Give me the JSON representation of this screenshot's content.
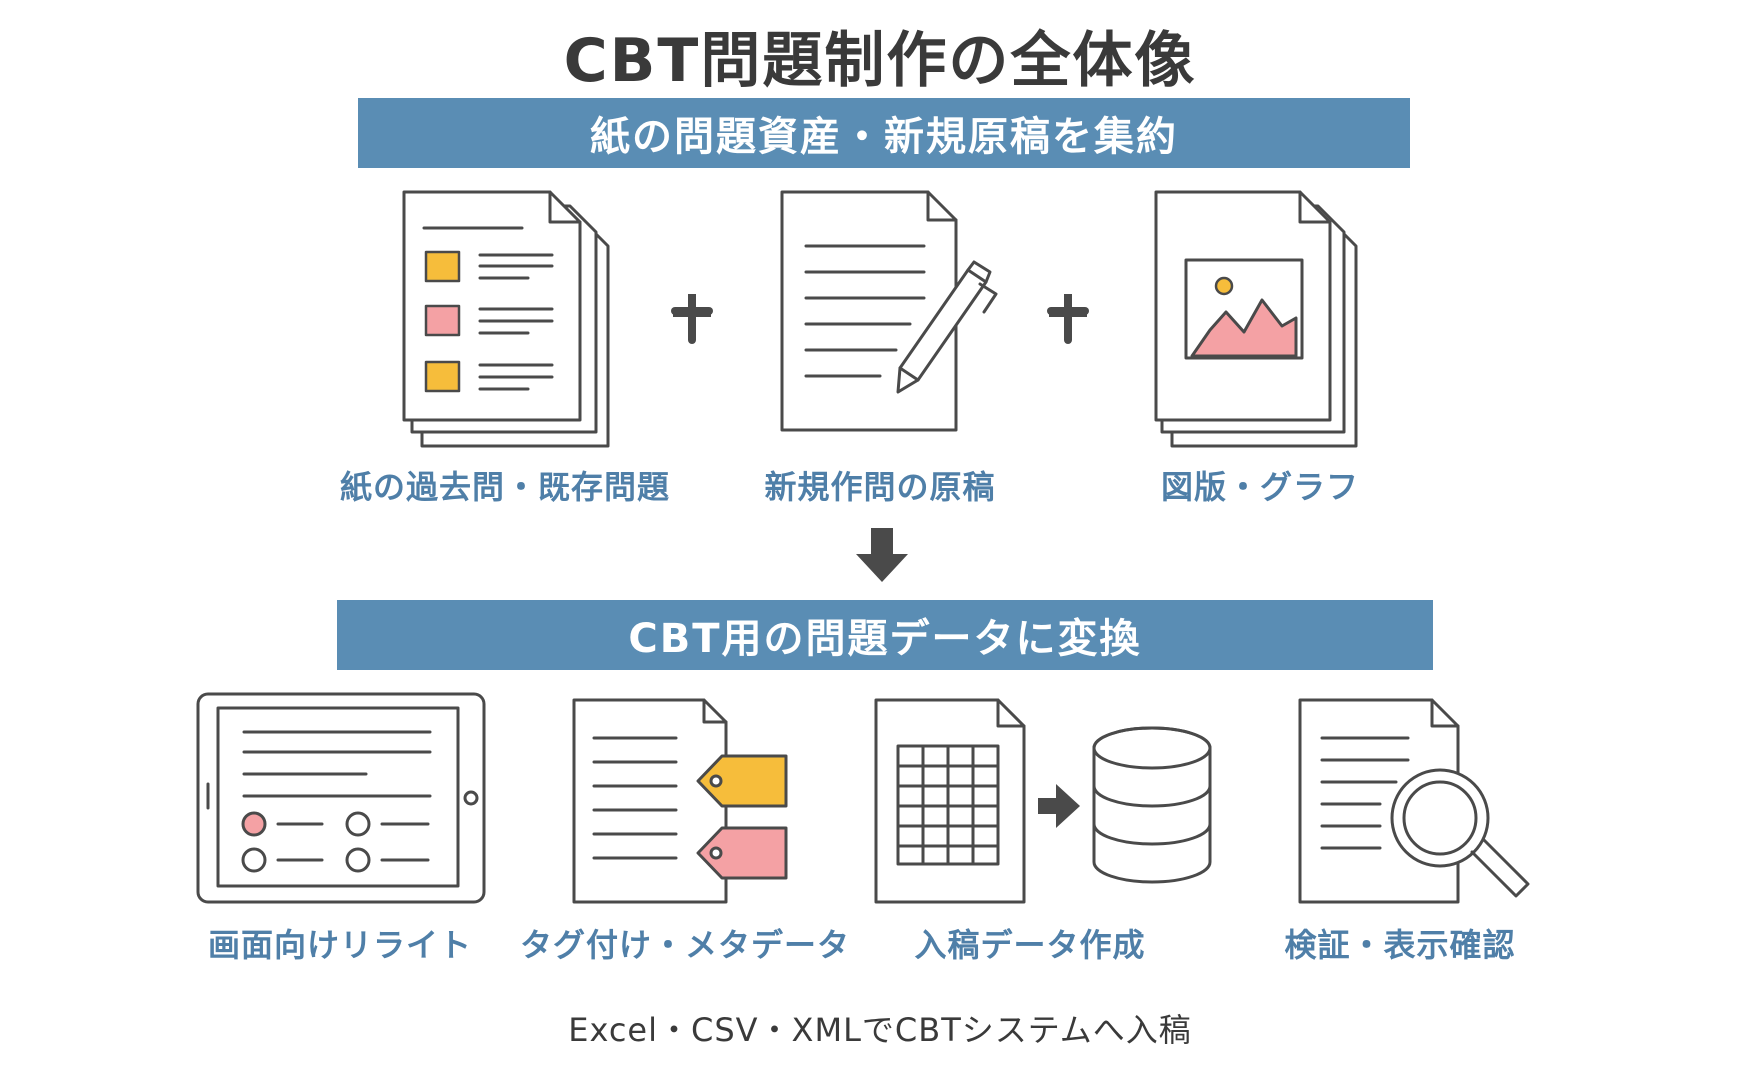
{
  "title": "CBT問題制作の全体像",
  "top_section": {
    "banner": "紙の問題資産・新規原稿を集約",
    "items": [
      {
        "label": "紙の過去問・既存問題",
        "icon": "stacked-question-papers-icon"
      },
      {
        "label": "新規作問の原稿",
        "icon": "manuscript-with-pen-icon"
      },
      {
        "label": "図版・グラフ",
        "icon": "image-document-icon"
      }
    ]
  },
  "bottom_section": {
    "banner": "CBT用の問題データに変換",
    "items": [
      {
        "label": "画面向けリライト",
        "icon": "tablet-screen-icon"
      },
      {
        "label": "タグ付け・メタデータ",
        "icon": "tagged-document-icon"
      },
      {
        "label": "入稿データ作成",
        "icon": "spreadsheet-to-database-icon"
      },
      {
        "label": "検証・表示確認",
        "icon": "document-magnifier-icon"
      }
    ]
  },
  "footer": "Excel・CSV・XMLでCBTシステムへ入稿",
  "colors": {
    "banner": "#5a8db4",
    "label": "#4f7fa8",
    "title": "#3a3a3a",
    "line": "#4a4a4a",
    "accent_yellow": "#f6bd3b",
    "accent_pink": "#f4a1a4"
  }
}
